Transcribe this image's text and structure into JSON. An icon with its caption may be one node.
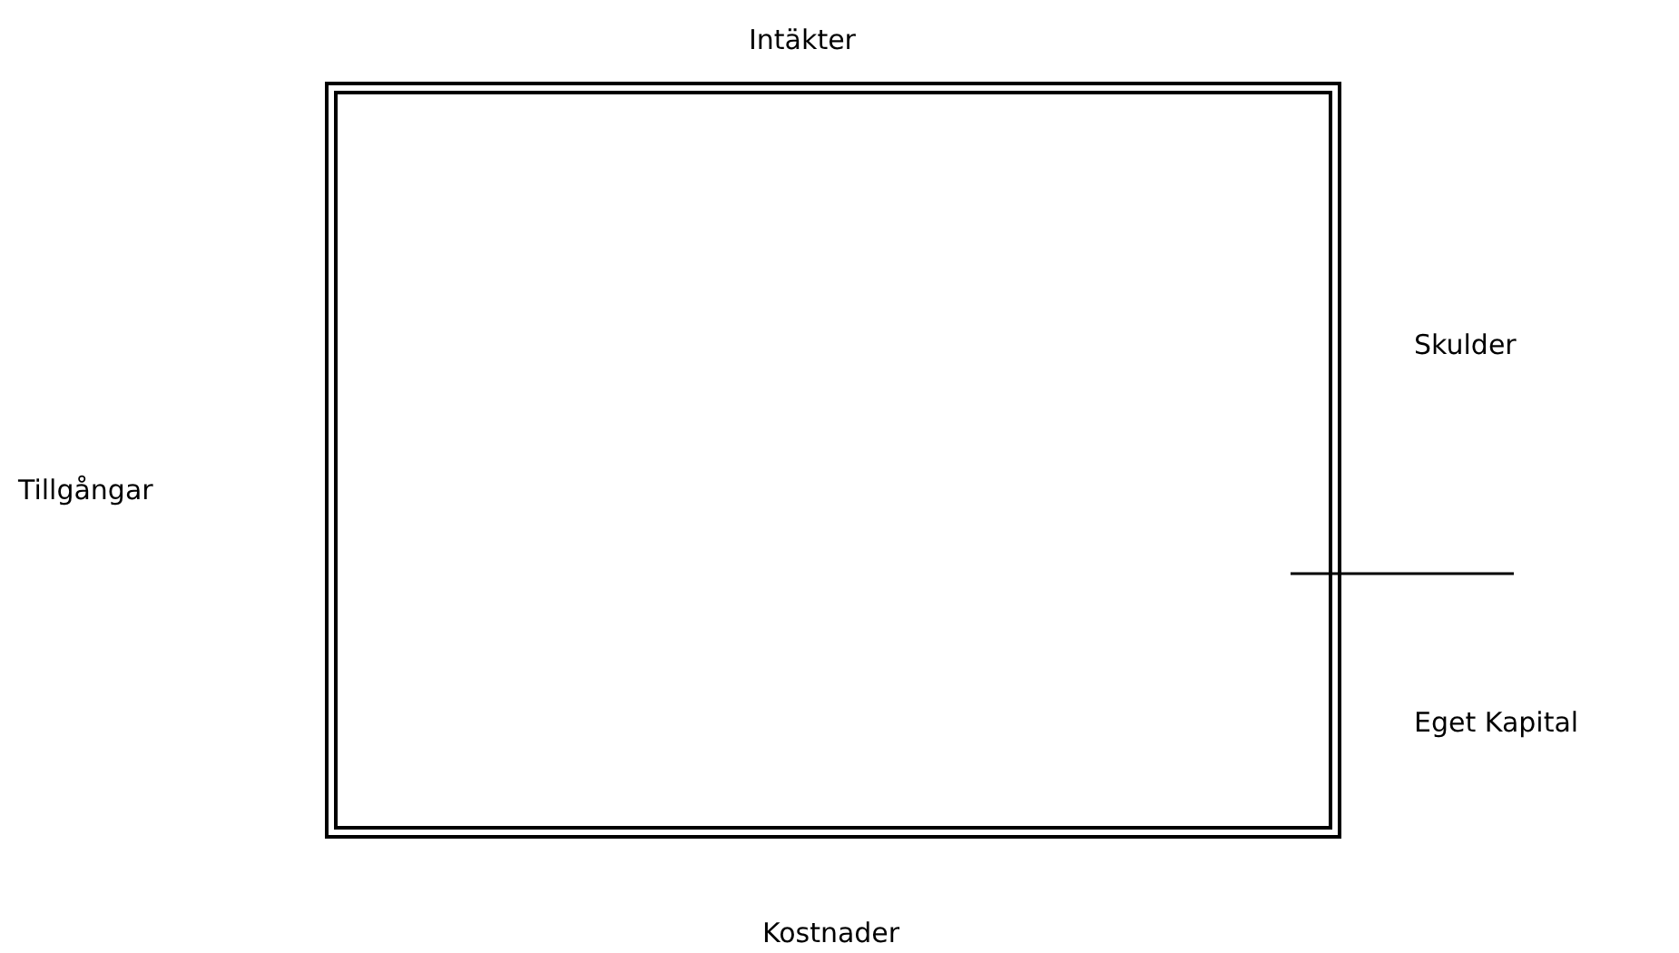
{
  "diagram": {
    "labels": [
      "Intäkter",
      "Skulder",
      "Tillgångar",
      "Eget Kapital",
      "Kostnader"
    ]
  }
}
